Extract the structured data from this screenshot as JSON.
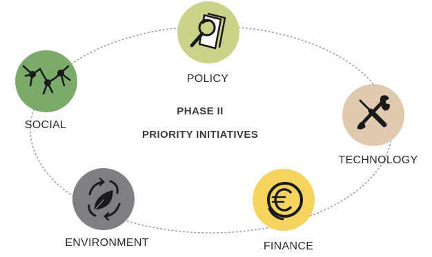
{
  "title": {
    "line1": "PHASE II",
    "line2": "PRIORITY INITIATIVES"
  },
  "nodes": [
    {
      "key": "policy",
      "label": "POLICY",
      "color": "#cdd28a",
      "icon": "magnifier-document-icon"
    },
    {
      "key": "technology",
      "label": "TECHNOLOGY",
      "color": "#dfcab0",
      "icon": "wrench-screwdriver-icon"
    },
    {
      "key": "finance",
      "label": "FINANCE",
      "color": "#f4d35e",
      "icon": "euro-coin-icon"
    },
    {
      "key": "environment",
      "label": "ENVIRONMENT",
      "color": "#7f7f83",
      "icon": "recycle-leaf-icon"
    },
    {
      "key": "social",
      "label": "SOCIAL",
      "color": "#7aab6a",
      "icon": "people-network-icon"
    }
  ]
}
